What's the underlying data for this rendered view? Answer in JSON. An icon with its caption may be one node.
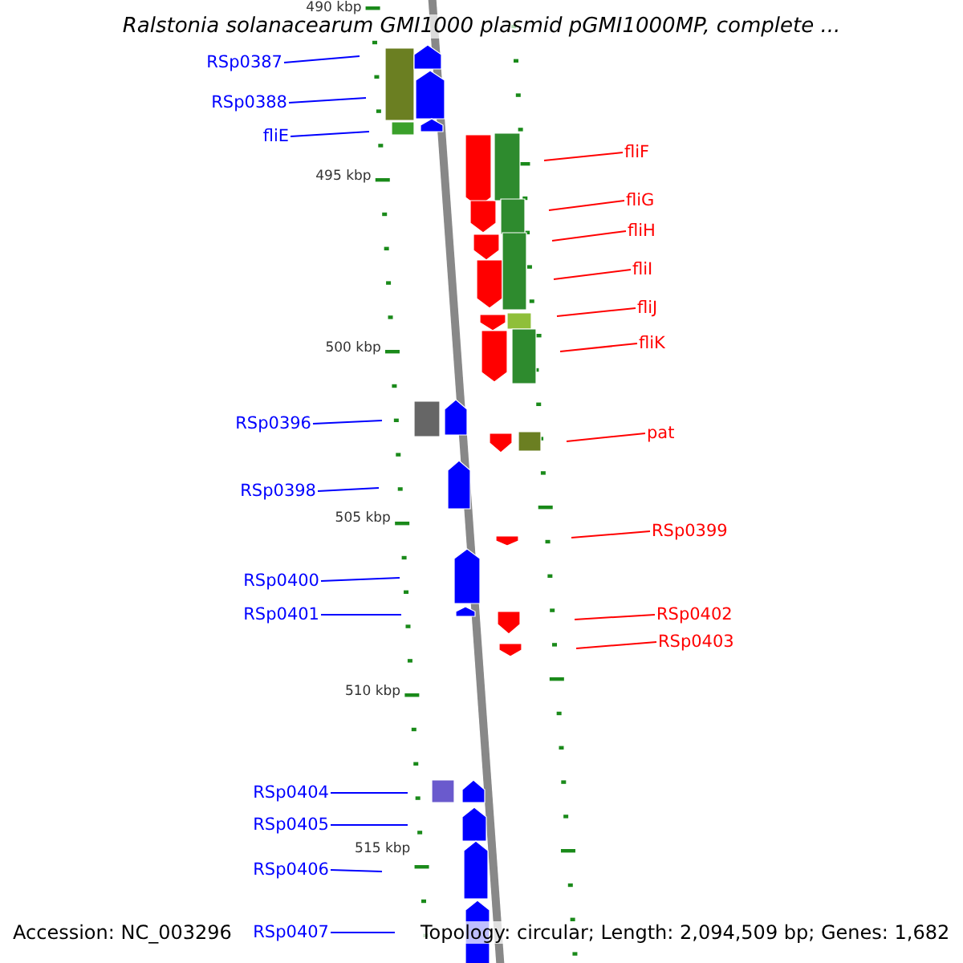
{
  "diagram": {
    "title": "Ralstonia solanacearum GMI1000 plasmid pGMI1000MP, complete ...",
    "nodes": [
      {
        "text": [
          "RSp0387"
        ]
      },
      {
        "text": [
          "RSp0388"
        ]
      },
      {
        "text": [
          "fliE"
        ]
      },
      {
        "text": [
          "fliF"
        ]
      },
      {
        "text": [
          "fliG"
        ]
      },
      {
        "text": [
          "fliH"
        ]
      },
      {
        "text": [
          "fliI"
        ]
      },
      {
        "text": [
          "fliJ"
        ]
      },
      {
        "text": [
          "fliK"
        ]
      },
      {
        "text": [
          "RSp0396"
        ]
      },
      {
        "text": [
          "pat"
        ]
      },
      {
        "text": [
          "RSp0398"
        ]
      },
      {
        "text": [
          "RSp0399"
        ]
      },
      {
        "text": [
          "RSp0400"
        ]
      },
      {
        "text": [
          "RSp0401"
        ]
      },
      {
        "text": [
          "RSp0402"
        ]
      },
      {
        "text": [
          "RSp0403"
        ]
      },
      {
        "text": [
          "RSp0404"
        ]
      },
      {
        "text": [
          "RSp0405"
        ]
      },
      {
        "text": [
          "RSp0406"
        ]
      },
      {
        "text": [
          "RSp0407"
        ]
      }
    ],
    "edges": [
      {
        "from": 0,
        "to": null,
        "arrow": "none"
      },
      {
        "from": 1,
        "to": null,
        "arrow": "none"
      },
      {
        "from": 2,
        "to": null,
        "arrow": "none"
      },
      {
        "from": 3,
        "to": null,
        "arrow": "none",
        "color": "#ff0000"
      },
      {
        "from": 4,
        "to": null,
        "arrow": "none",
        "color": "#ff0000"
      },
      {
        "from": 5,
        "to": null,
        "arrow": "none",
        "color": "#ff0000"
      },
      {
        "from": 6,
        "to": null,
        "arrow": "none",
        "color": "#ff0000"
      },
      {
        "from": 7,
        "to": null,
        "arrow": "none",
        "color": "#ff0000"
      },
      {
        "from": 8,
        "to": null,
        "arrow": "none",
        "color": "#ff0000"
      },
      {
        "from": 9,
        "to": null,
        "arrow": "none"
      },
      {
        "from": 10,
        "to": null,
        "arrow": "none",
        "color": "#ff0000"
      },
      {
        "from": 11,
        "to": null,
        "arrow": "none"
      },
      {
        "from": 12,
        "to": null,
        "arrow": "none",
        "color": "#ff0000"
      },
      {
        "from": 13,
        "to": null,
        "arrow": "none"
      },
      {
        "from": 14,
        "to": null,
        "arrow": "none"
      },
      {
        "from": 15,
        "to": null,
        "arrow": "none",
        "color": "#ff0000"
      },
      {
        "from": 16,
        "to": null,
        "arrow": "none",
        "color": "#ff0000"
      },
      {
        "from": 17,
        "to": null,
        "arrow": "none"
      },
      {
        "from": 18,
        "to": null,
        "arrow": "none"
      },
      {
        "from": 19,
        "to": null,
        "arrow": "none"
      },
      {
        "from": 20,
        "to": null,
        "arrow": "none"
      }
    ],
    "labels": [
      "490 kbp",
      "495 kbp",
      "500 kbp",
      "505 kbp",
      "510 kbp",
      "515 kbp",
      "Accession: NC_003296",
      "Topology: circular; Length: 2,094,509 bp; Genes: 1,682"
    ]
  }
}
